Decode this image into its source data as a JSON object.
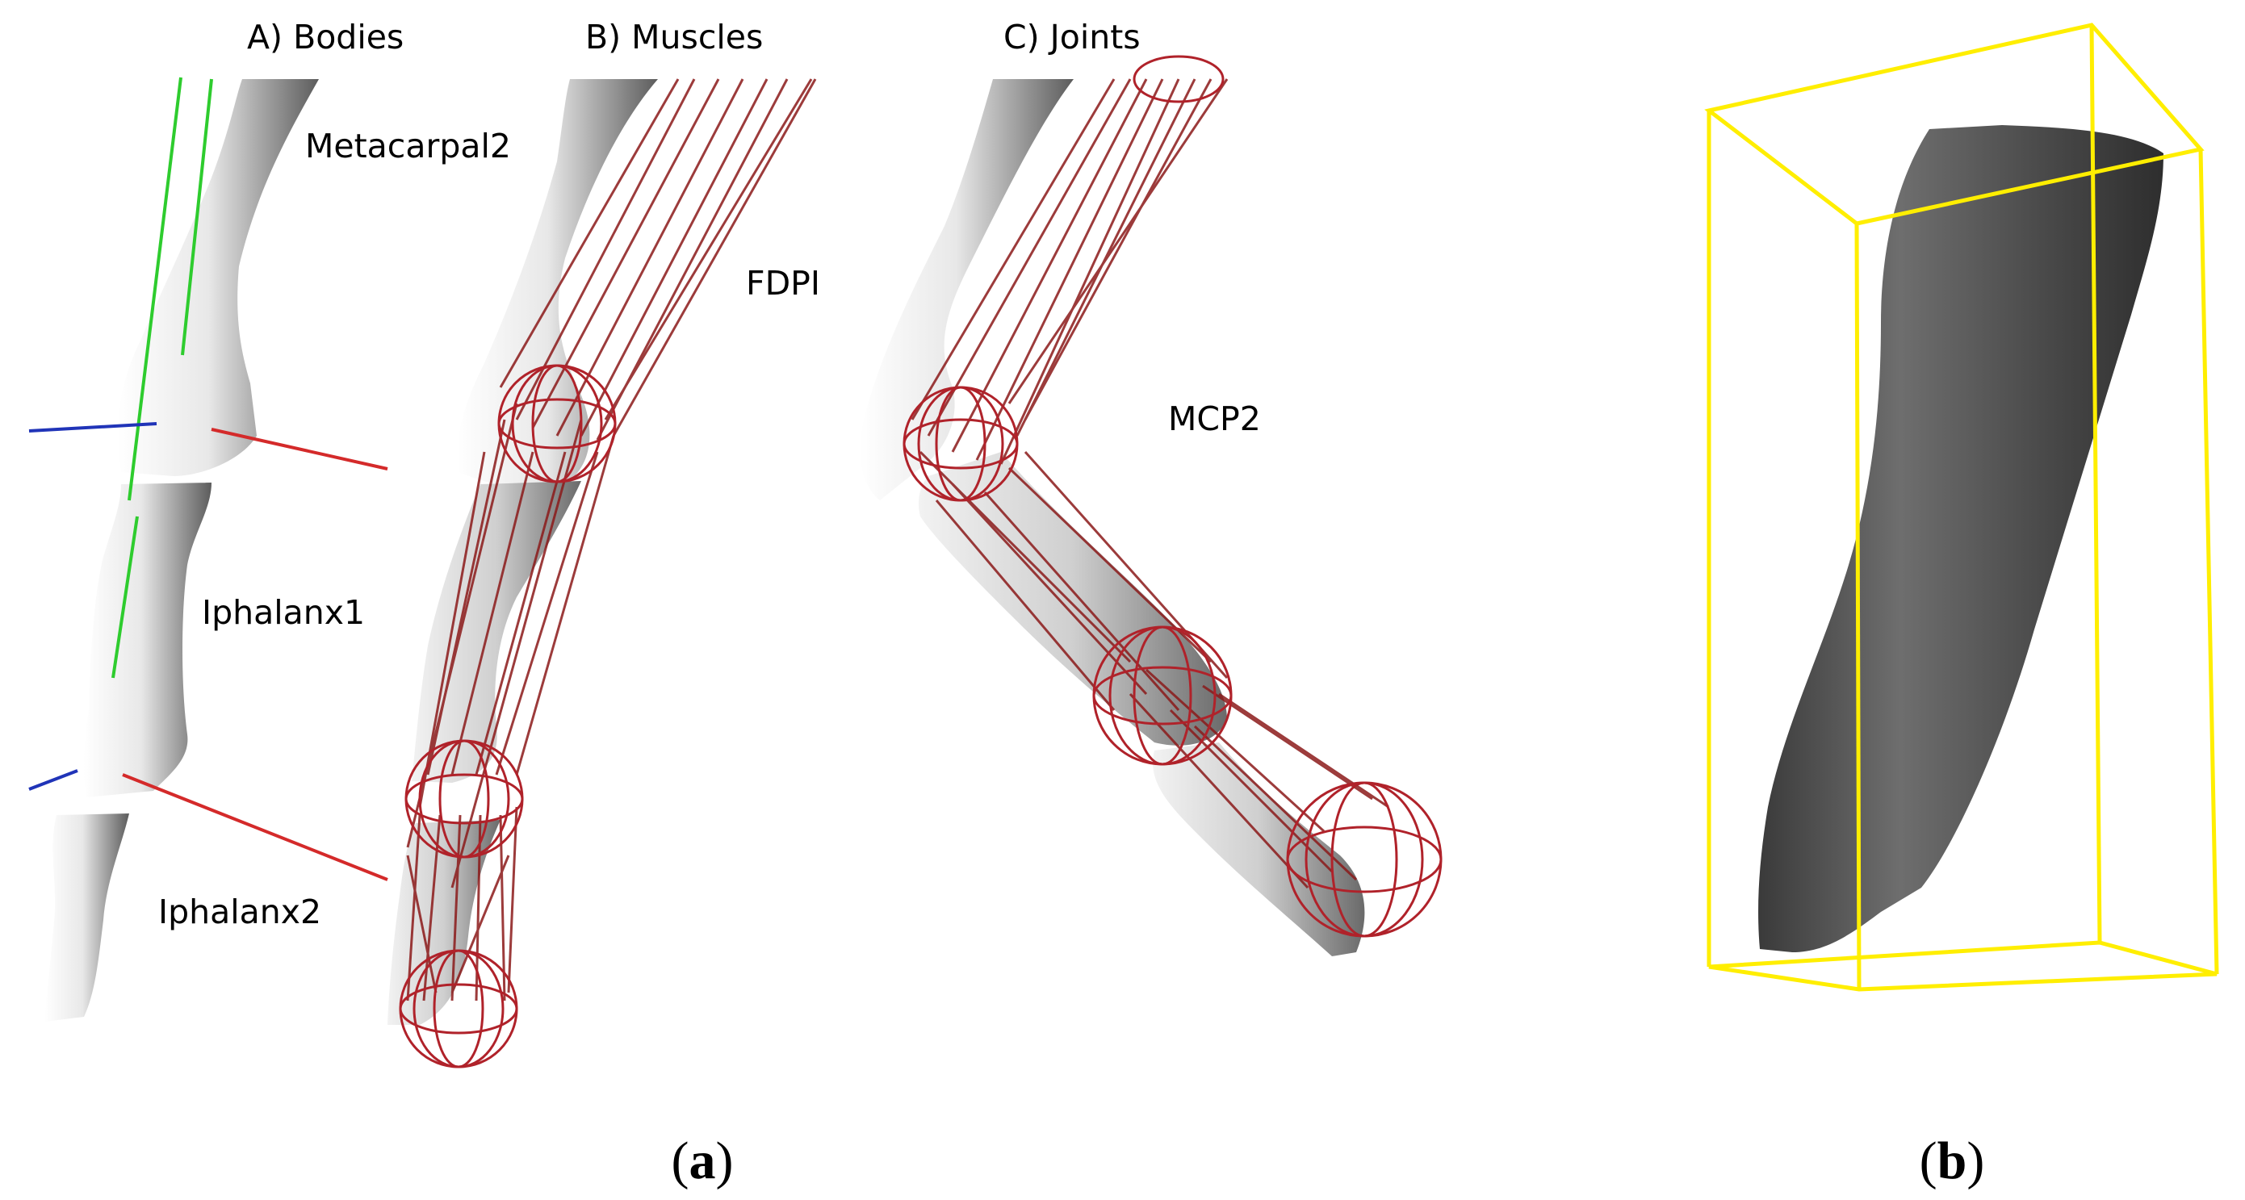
{
  "panel_a": {
    "views": {
      "bodies": "A) Bodies",
      "muscles": "B) Muscles",
      "joints": "C) Joints"
    },
    "labels": {
      "metacarpal": "Metacarpal2",
      "phalanx1": "Iphalanx1",
      "phalanx2": "Iphalanx2",
      "muscle": "FDPI",
      "joint": "MCP2"
    },
    "caption": {
      "open": "(",
      "letter": "a",
      "close": ")"
    }
  },
  "panel_b": {
    "caption": {
      "open": "(",
      "letter": "b",
      "close": ")"
    }
  },
  "colors": {
    "bone_light": "#e6e6e6",
    "bone_dark": "#5a5a5a",
    "axis_green": "#2ecc2e",
    "axis_red": "#d42a2a",
    "axis_blue": "#2034b8",
    "muscle_wire": "#8b1a1a",
    "joint_wire": "#b0222a",
    "box_yellow": "#ffee00"
  }
}
